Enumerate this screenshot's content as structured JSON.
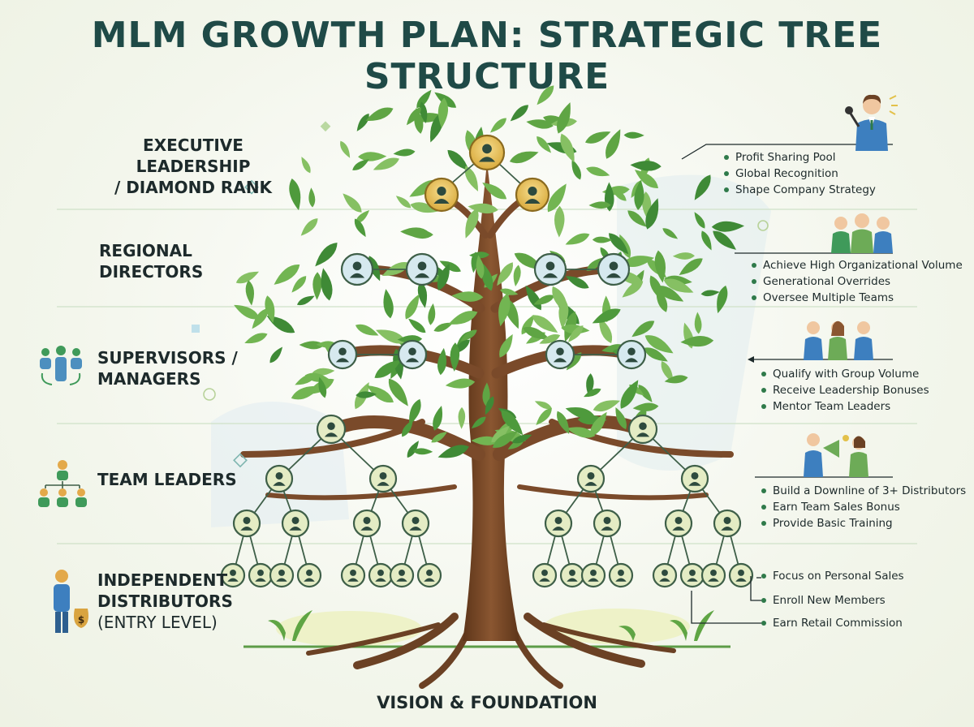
{
  "title": "MLM GROWTH PLAN: STRATEGIC TREE STRUCTURE",
  "levels": [
    {
      "lines": [
        "EXECUTIVE LEADERSHIP",
        "/ DIAMOND RANK"
      ]
    },
    {
      "lines": [
        "REGIONAL",
        "DIRECTORS"
      ]
    },
    {
      "lines": [
        "SUPERVISORS /",
        "MANAGERS"
      ]
    },
    {
      "lines": [
        "TEAM LEADERS"
      ]
    },
    {
      "lines": [
        "INDEPENDENT",
        "DISTRIBUTORS",
        "(ENTRY LEVEL)"
      ]
    }
  ],
  "benefits": [
    [
      "Profit Sharing Pool",
      "Global Recognition",
      "Shape Company Strategy"
    ],
    [
      "Achieve High Organizational Volume",
      "Generational Overrides",
      "Oversee Multiple Teams"
    ],
    [
      "Qualify with Group Volume",
      "Receive Leadership Bonuses",
      "Mentor Team Leaders"
    ],
    [
      "Build a Downline of 3+ Distributors",
      "Earn Team Sales Bonus",
      "Provide Basic Training"
    ],
    [
      "Focus on Personal Sales",
      "Enroll New Members",
      "Earn Retail Commission"
    ]
  ],
  "footer": "VISION & FOUNDATION",
  "icons": [
    "speaker-with-microphone-icon",
    "three-directors-icon",
    "team-meeting-icon",
    "megaphone-presenter-icon",
    "distributor-with-money-bag-icon",
    "supervisor-group-icon",
    "team-leader-group-icon"
  ],
  "colors": {
    "title": "#1f4a47",
    "trunk": "#7a4a2a",
    "leaf": "#5fa544",
    "gold_node": "#e8c565",
    "blue_node": "#d6e9ef",
    "green_node": "#e4ecc4",
    "accent": "#2f7a4a"
  }
}
